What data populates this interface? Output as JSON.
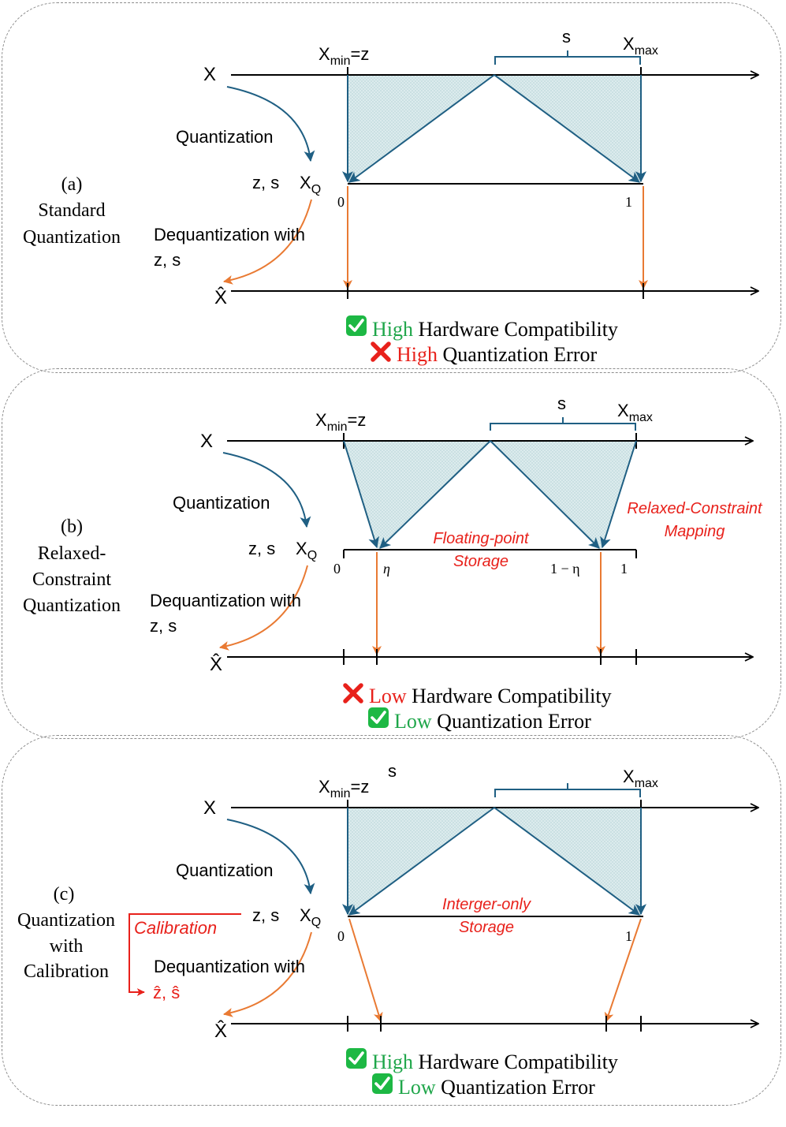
{
  "colors": {
    "blue": "#1f5f83",
    "orange": "#e97a33",
    "red": "#e8211b",
    "green": "#1fa64a",
    "fill": "#dcebed",
    "check_bg": "#1db844"
  },
  "icons": {
    "check": "check-mark-icon",
    "cross": "cross-mark-icon"
  },
  "common": {
    "x_label": "X",
    "x_hat_label": "X̂",
    "quantization": "Quantization",
    "zs": "z, s",
    "xq": "X",
    "xq_sub": "Q",
    "dequant_line1": "Dequantization with",
    "dequant_line2": "z, s",
    "xmin": "X",
    "xmin_sub": "min",
    "xmin_eq": "=z",
    "xmax": "X",
    "xmax_sub": "max",
    "s": "s",
    "tick_0": "0",
    "tick_1": "1",
    "eta": "η",
    "one_minus_eta": "1 − η"
  },
  "panels": [
    {
      "letter": "(a)",
      "name_lines": [
        "Standard",
        "Quantization"
      ],
      "result1_word": "High",
      "result1_rest": " Hardware Compatibility",
      "result2_word": "High",
      "result2_rest": " Quantization Error"
    },
    {
      "letter": "(b)",
      "name_lines": [
        "Relaxed-",
        "Constraint",
        "Quantization"
      ],
      "storage_lines": [
        "Floating-point",
        "Storage"
      ],
      "mapping_lines": [
        "Relaxed-Constraint",
        "Mapping"
      ],
      "result1_word": "Low",
      "result1_rest": " Hardware Compatibility",
      "result2_word": "Low",
      "result2_rest": " Quantization Error"
    },
    {
      "letter": "(c)",
      "name_lines": [
        "Quantization",
        "with",
        "Calibration"
      ],
      "storage_lines": [
        "Interger-only",
        "Storage"
      ],
      "calibration": "Calibration",
      "zs_hat": "ẑ, ŝ",
      "result1_word": "High",
      "result1_rest": " Hardware Compatibility",
      "result2_word": "Low",
      "result2_rest": " Quantization Error"
    }
  ]
}
